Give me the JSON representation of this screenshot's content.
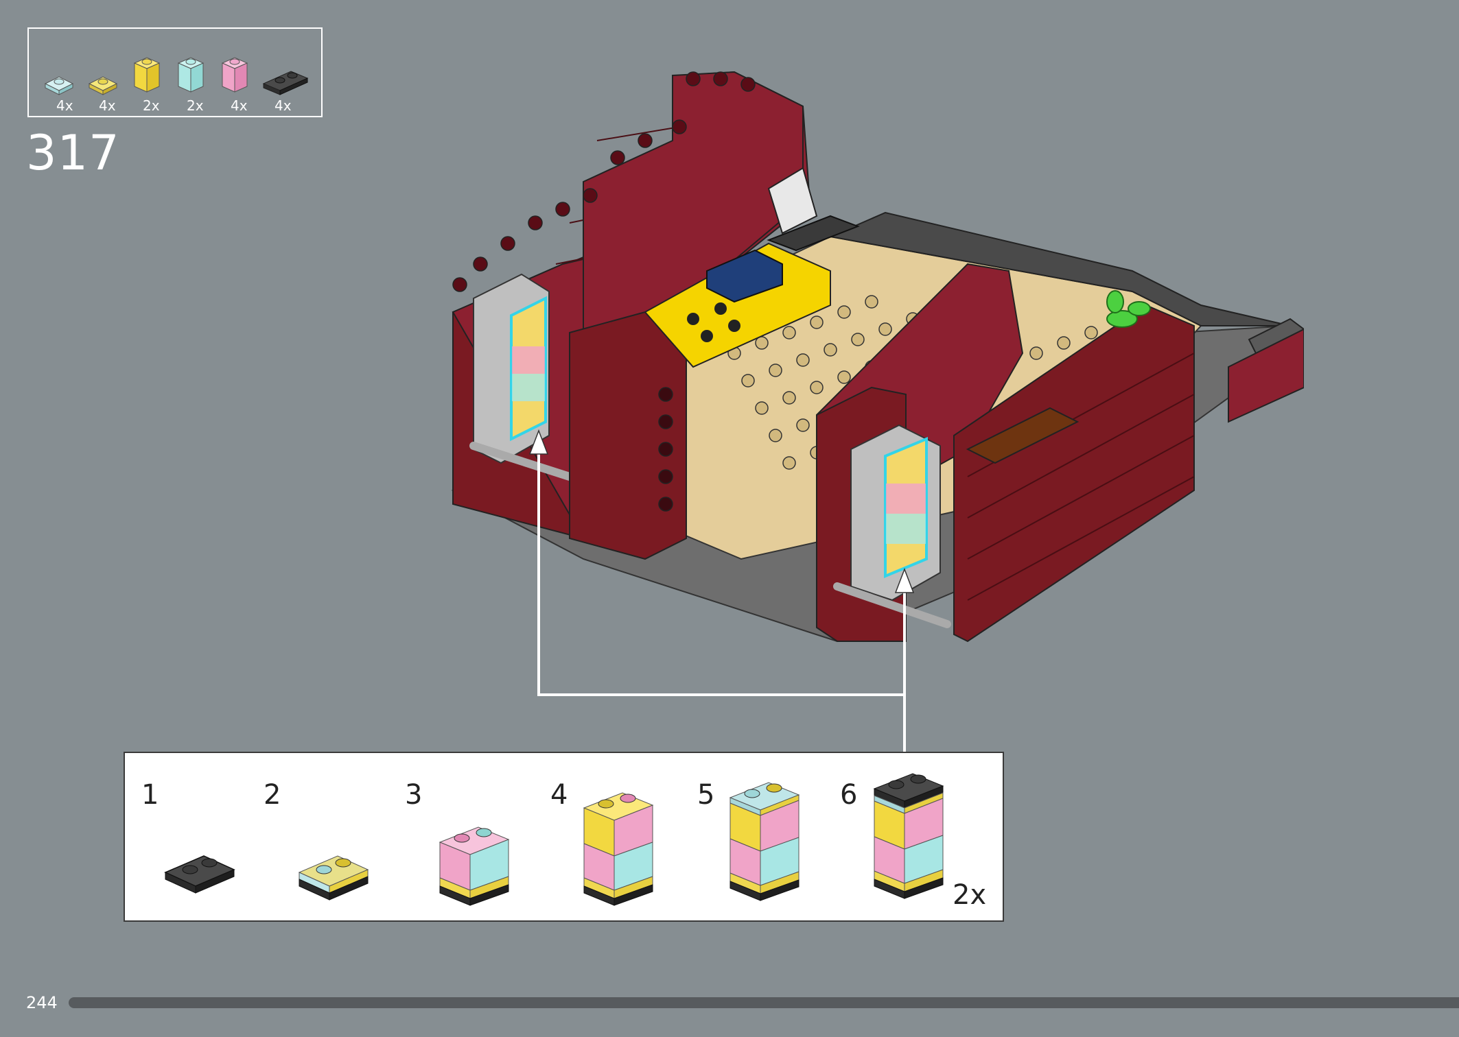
{
  "parts": [
    {
      "name": "trans-light-blue-plate-1x1",
      "qty": "4x",
      "color": "#bfe6e8"
    },
    {
      "name": "trans-yellow-plate-1x1",
      "qty": "4x",
      "color": "#f0dc5a"
    },
    {
      "name": "trans-yellow-brick-1x1",
      "qty": "2x",
      "color": "#f4de4a"
    },
    {
      "name": "trans-light-blue-brick-1x1",
      "qty": "2x",
      "color": "#a8e6e4"
    },
    {
      "name": "trans-pink-brick-1x1",
      "qty": "4x",
      "color": "#f0a0c8"
    },
    {
      "name": "black-plate-1x2",
      "qty": "4x",
      "color": "#3a3a3a"
    }
  ],
  "step": {
    "number": "317"
  },
  "substeps": [
    {
      "label": "1"
    },
    {
      "label": "2"
    },
    {
      "label": "3"
    },
    {
      "label": "4"
    },
    {
      "label": "5"
    },
    {
      "label": "6"
    }
  ],
  "substep_multiplier": "2x",
  "footer": {
    "page_number": "244"
  },
  "colors": {
    "background": "#868e92",
    "dark_red": "#7a1a22",
    "tan": "#e4cd9a",
    "yellow": "#f5d400",
    "highlight": "#33d4e8"
  }
}
